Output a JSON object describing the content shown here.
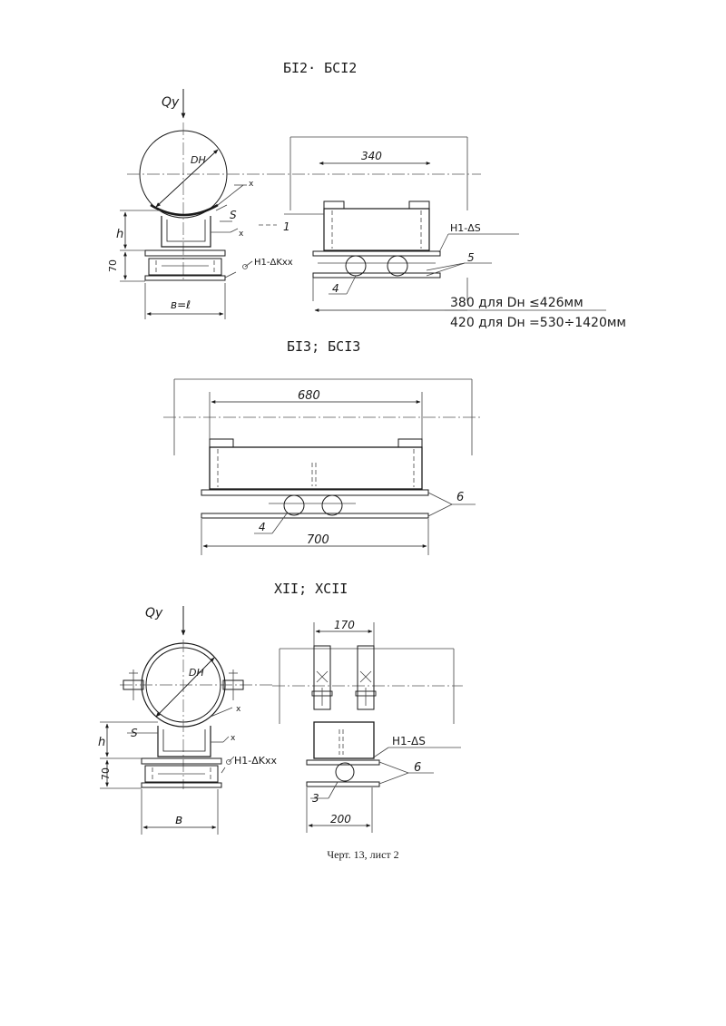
{
  "sections": {
    "s1": {
      "title": "БІ2· БСІ2",
      "load": "Qу",
      "diameter": "DН",
      "mark_x_top": "x",
      "mark_x_mid": "x",
      "dim_h": "h",
      "dim_s": "S",
      "dim_70": "70",
      "weld_k": "H1-ΔKxx",
      "dim_b": "в=ℓ",
      "dim_340": "340",
      "callout_1": "1",
      "weld_s": "H1-ΔS",
      "callout_5": "5",
      "callout_4": "4",
      "note_line1": "380 для Dн ≤426мм",
      "note_line2": "420 для Dн =530÷1420мм"
    },
    "s2": {
      "title": "БІЗ; БСІЗ",
      "dim_680": "680",
      "callout_6": "6",
      "callout_4": "4",
      "dim_700": "700"
    },
    "s3": {
      "title": "ХІІ; ХСІІ",
      "load": "Qу",
      "diameter": "DН",
      "mark_x_top": "x",
      "mark_x_mid": "x",
      "dim_s": "S",
      "dim_h": "h",
      "dim_70": "70",
      "weld_k": "H1-ΔKxx",
      "dim_b": "в",
      "dim_170": "170",
      "weld_s": "H1-ΔS",
      "callout_6": "6",
      "callout_3": "3",
      "dim_200": "200"
    }
  },
  "caption": "Черт. 13, лист 2"
}
